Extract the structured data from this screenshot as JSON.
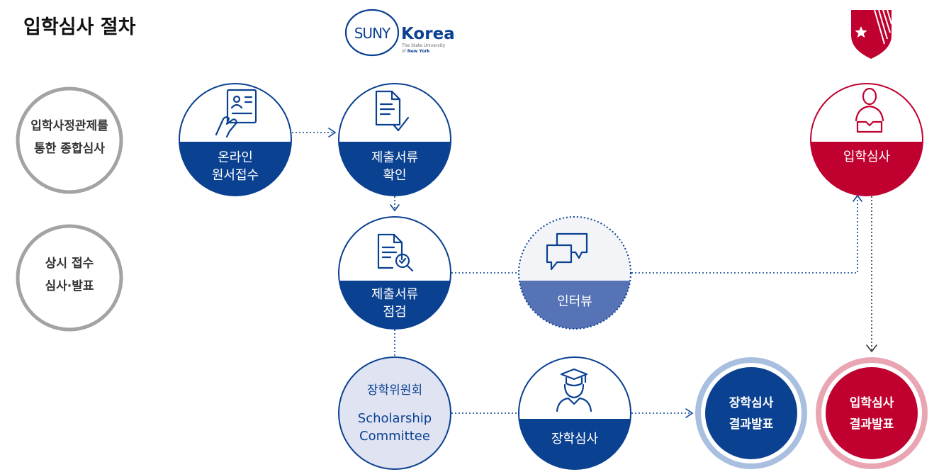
{
  "page_title": "입학심사 절차",
  "suny_logo": {
    "mark": "SUNY",
    "name": "Korea",
    "sub1": "The State University",
    "sub2_prefix": "of ",
    "sub2_strong": "New York"
  },
  "left_labels": [
    {
      "line1": "입학사정관제를",
      "line2": "통한 종합심사"
    },
    {
      "line1": "상시 접수",
      "line2": "심사·발표"
    }
  ],
  "steps": {
    "online_application": {
      "line1": "온라인",
      "line2": "원서접수",
      "icon": "applicant-form-icon"
    },
    "documents_confirm": {
      "line1": "제출서류",
      "line2": "확인",
      "icon": "document-check-icon"
    },
    "documents_review": {
      "line1": "제출서류",
      "line2": "점검",
      "icon": "document-search-icon"
    },
    "interview": {
      "label": "인터뷰",
      "icon": "chat-bubbles-icon"
    },
    "admission_review": {
      "label": "입학심사",
      "icon": "person-reading-icon"
    },
    "scholarship_committee": {
      "line1": "장학위원회",
      "line2": "Scholarship",
      "line3": "Committee"
    },
    "scholarship_review": {
      "label": "장학심사",
      "icon": "graduate-icon"
    },
    "scholarship_result": {
      "line1": "장학심사",
      "line2": "결과발표"
    },
    "admission_result": {
      "line1": "입학심사",
      "line2": "결과발표"
    }
  },
  "colors": {
    "navy": "#0b4191",
    "crimson": "#c0012f",
    "interview_blue": "#5673b6",
    "committee_fill": "#dfe3f2",
    "gray_ring": "#a3a3a3"
  }
}
